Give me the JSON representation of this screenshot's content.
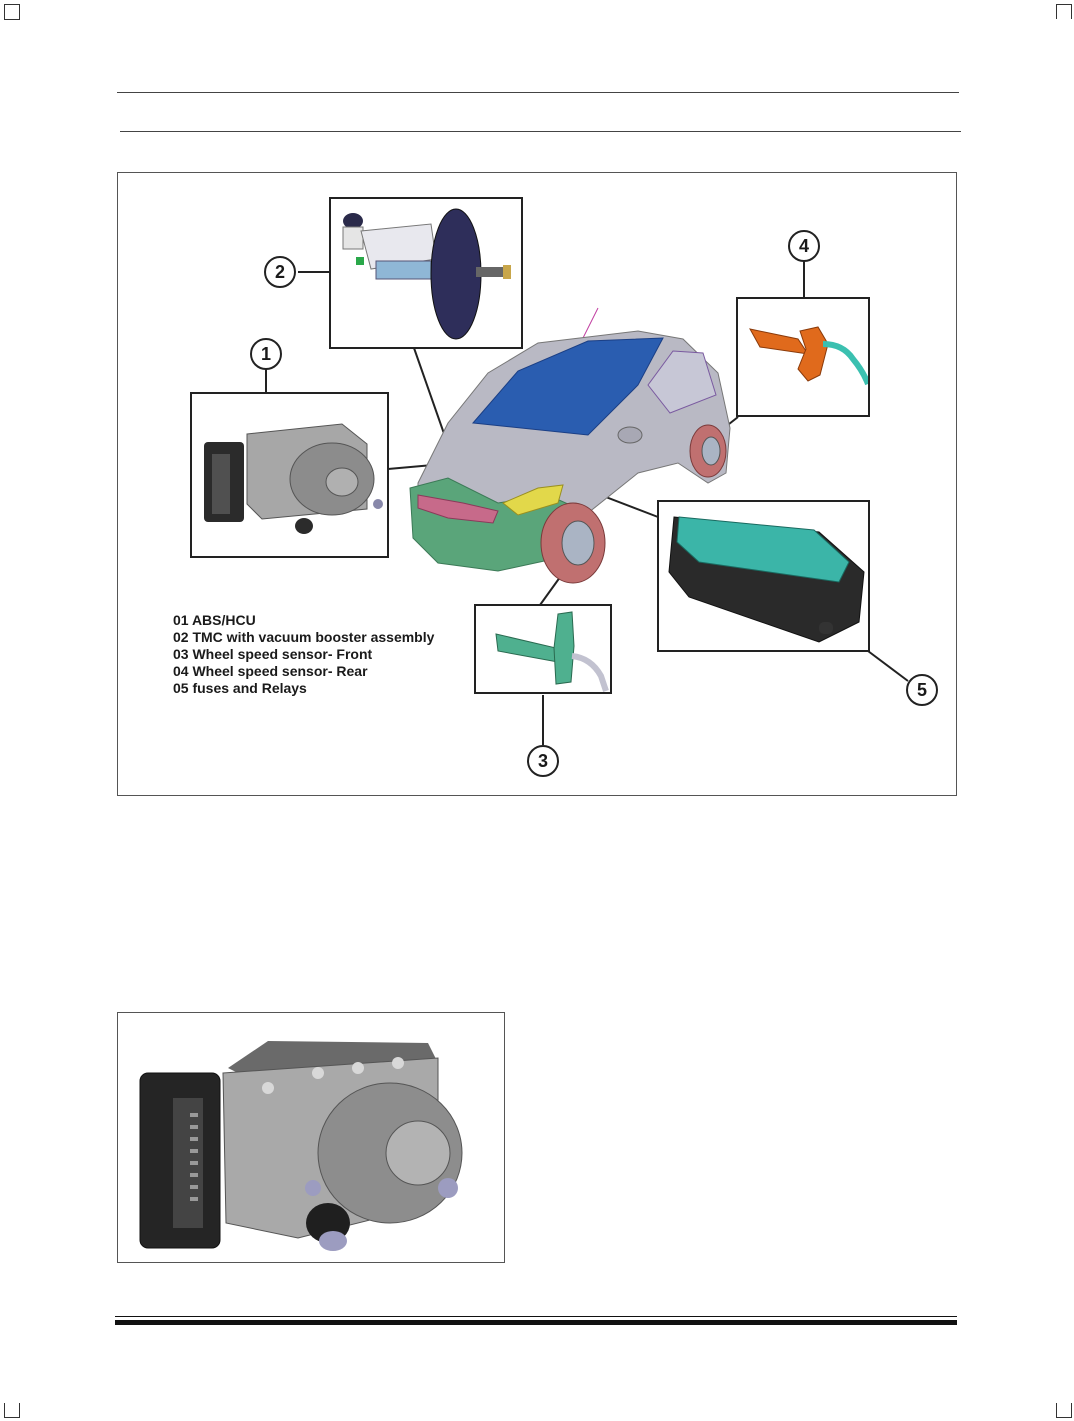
{
  "figure_main": {
    "callouts": [
      {
        "number": "1",
        "part": "abs-hcu"
      },
      {
        "number": "2",
        "part": "tmc-vacuum-booster"
      },
      {
        "number": "3",
        "part": "front-wheel-speed-sensor"
      },
      {
        "number": "4",
        "part": "rear-wheel-speed-sensor"
      },
      {
        "number": "5",
        "part": "fuse-relay-box"
      }
    ],
    "legend": [
      "01 ABS/HCU",
      "02 TMC with vacuum booster assembly",
      "03 Wheel speed sensor- Front",
      "04 Wheel speed sensor- Rear",
      "05 fuses and Relays"
    ],
    "colors": {
      "roof": "#2a5db0",
      "body": "#b9b9c4",
      "bumper": "#5aa57a",
      "tyre": "#c07070",
      "sensor_rear": "#e06a1c",
      "sensor_front": "#4fb08f",
      "fusebox": "#3bb5a8"
    }
  },
  "figure_detail": {
    "part": "abs-hcu"
  }
}
